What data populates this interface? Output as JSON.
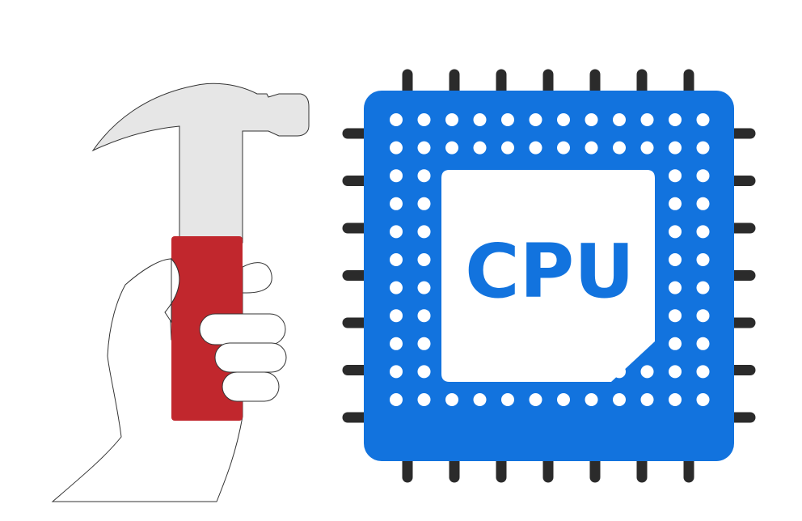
{
  "illustration": {
    "chip": {
      "label": "CPU",
      "body_color": "#1273DE",
      "pin_color": "#2B2B2B",
      "dot_color": "#FFFFFF",
      "die_color": "#FFFFFF",
      "label_color": "#1273DE",
      "dot_grid": {
        "columns": 12,
        "rows": 11,
        "inner_ring_depth": 2
      },
      "pins_per_side": 7
    },
    "hand_with_hammer": {
      "hammer_head_color": "#E6E6E6",
      "handle_color": "#C1272D",
      "hand_color": "#FFFFFF",
      "outline_color": "#333333",
      "fingers": 3
    }
  }
}
